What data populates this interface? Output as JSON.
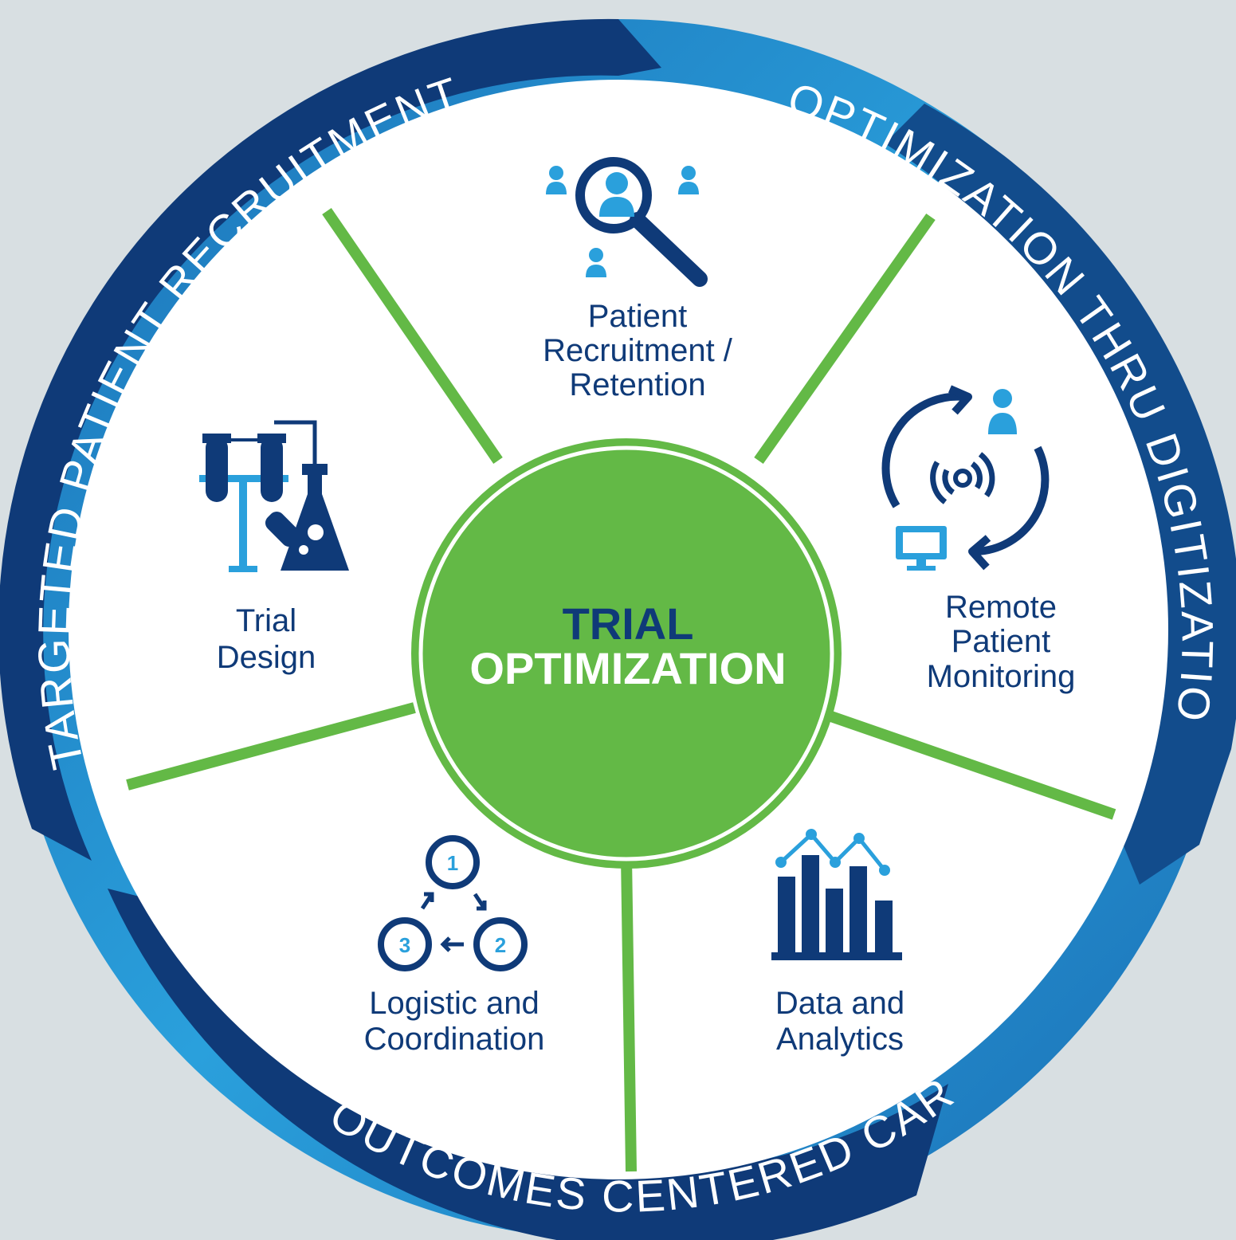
{
  "ring": {
    "top_left": "TARGETED PATIENT RECRUITMENT",
    "top_right": "OPTIMIZATION THRU DIGITIZATION",
    "bottom": "OUTCOMES CENTERED CARE"
  },
  "center": {
    "line1": "TRIAL",
    "line2": "OPTIMIZATION"
  },
  "segments": {
    "patient_recruitment": {
      "line1": "Patient",
      "line2": "Recruitment /",
      "line3": "Retention"
    },
    "remote_monitoring": {
      "line1": "Remote",
      "line2": "Patient",
      "line3": "Monitoring"
    },
    "data_analytics": {
      "line1": "Data and",
      "line2": "Analytics"
    },
    "logistic": {
      "line1": "Logistic and",
      "line2": "Coordination",
      "step1": "1",
      "step2": "2",
      "step3": "3"
    },
    "trial_design": {
      "line1": "Trial",
      "line2": "Design"
    }
  },
  "colors": {
    "background": "#d8dfe2",
    "navy": "#0f3a78",
    "light_blue": "#2aa0dc",
    "green": "#63b946",
    "white": "#ffffff"
  },
  "icons": {
    "patient_recruitment": "magnifier-person-icon",
    "remote_monitoring": "remote-monitoring-icon",
    "data_analytics": "bar-chart-icon",
    "logistic": "cycle-steps-icon",
    "trial_design": "lab-glassware-icon"
  }
}
